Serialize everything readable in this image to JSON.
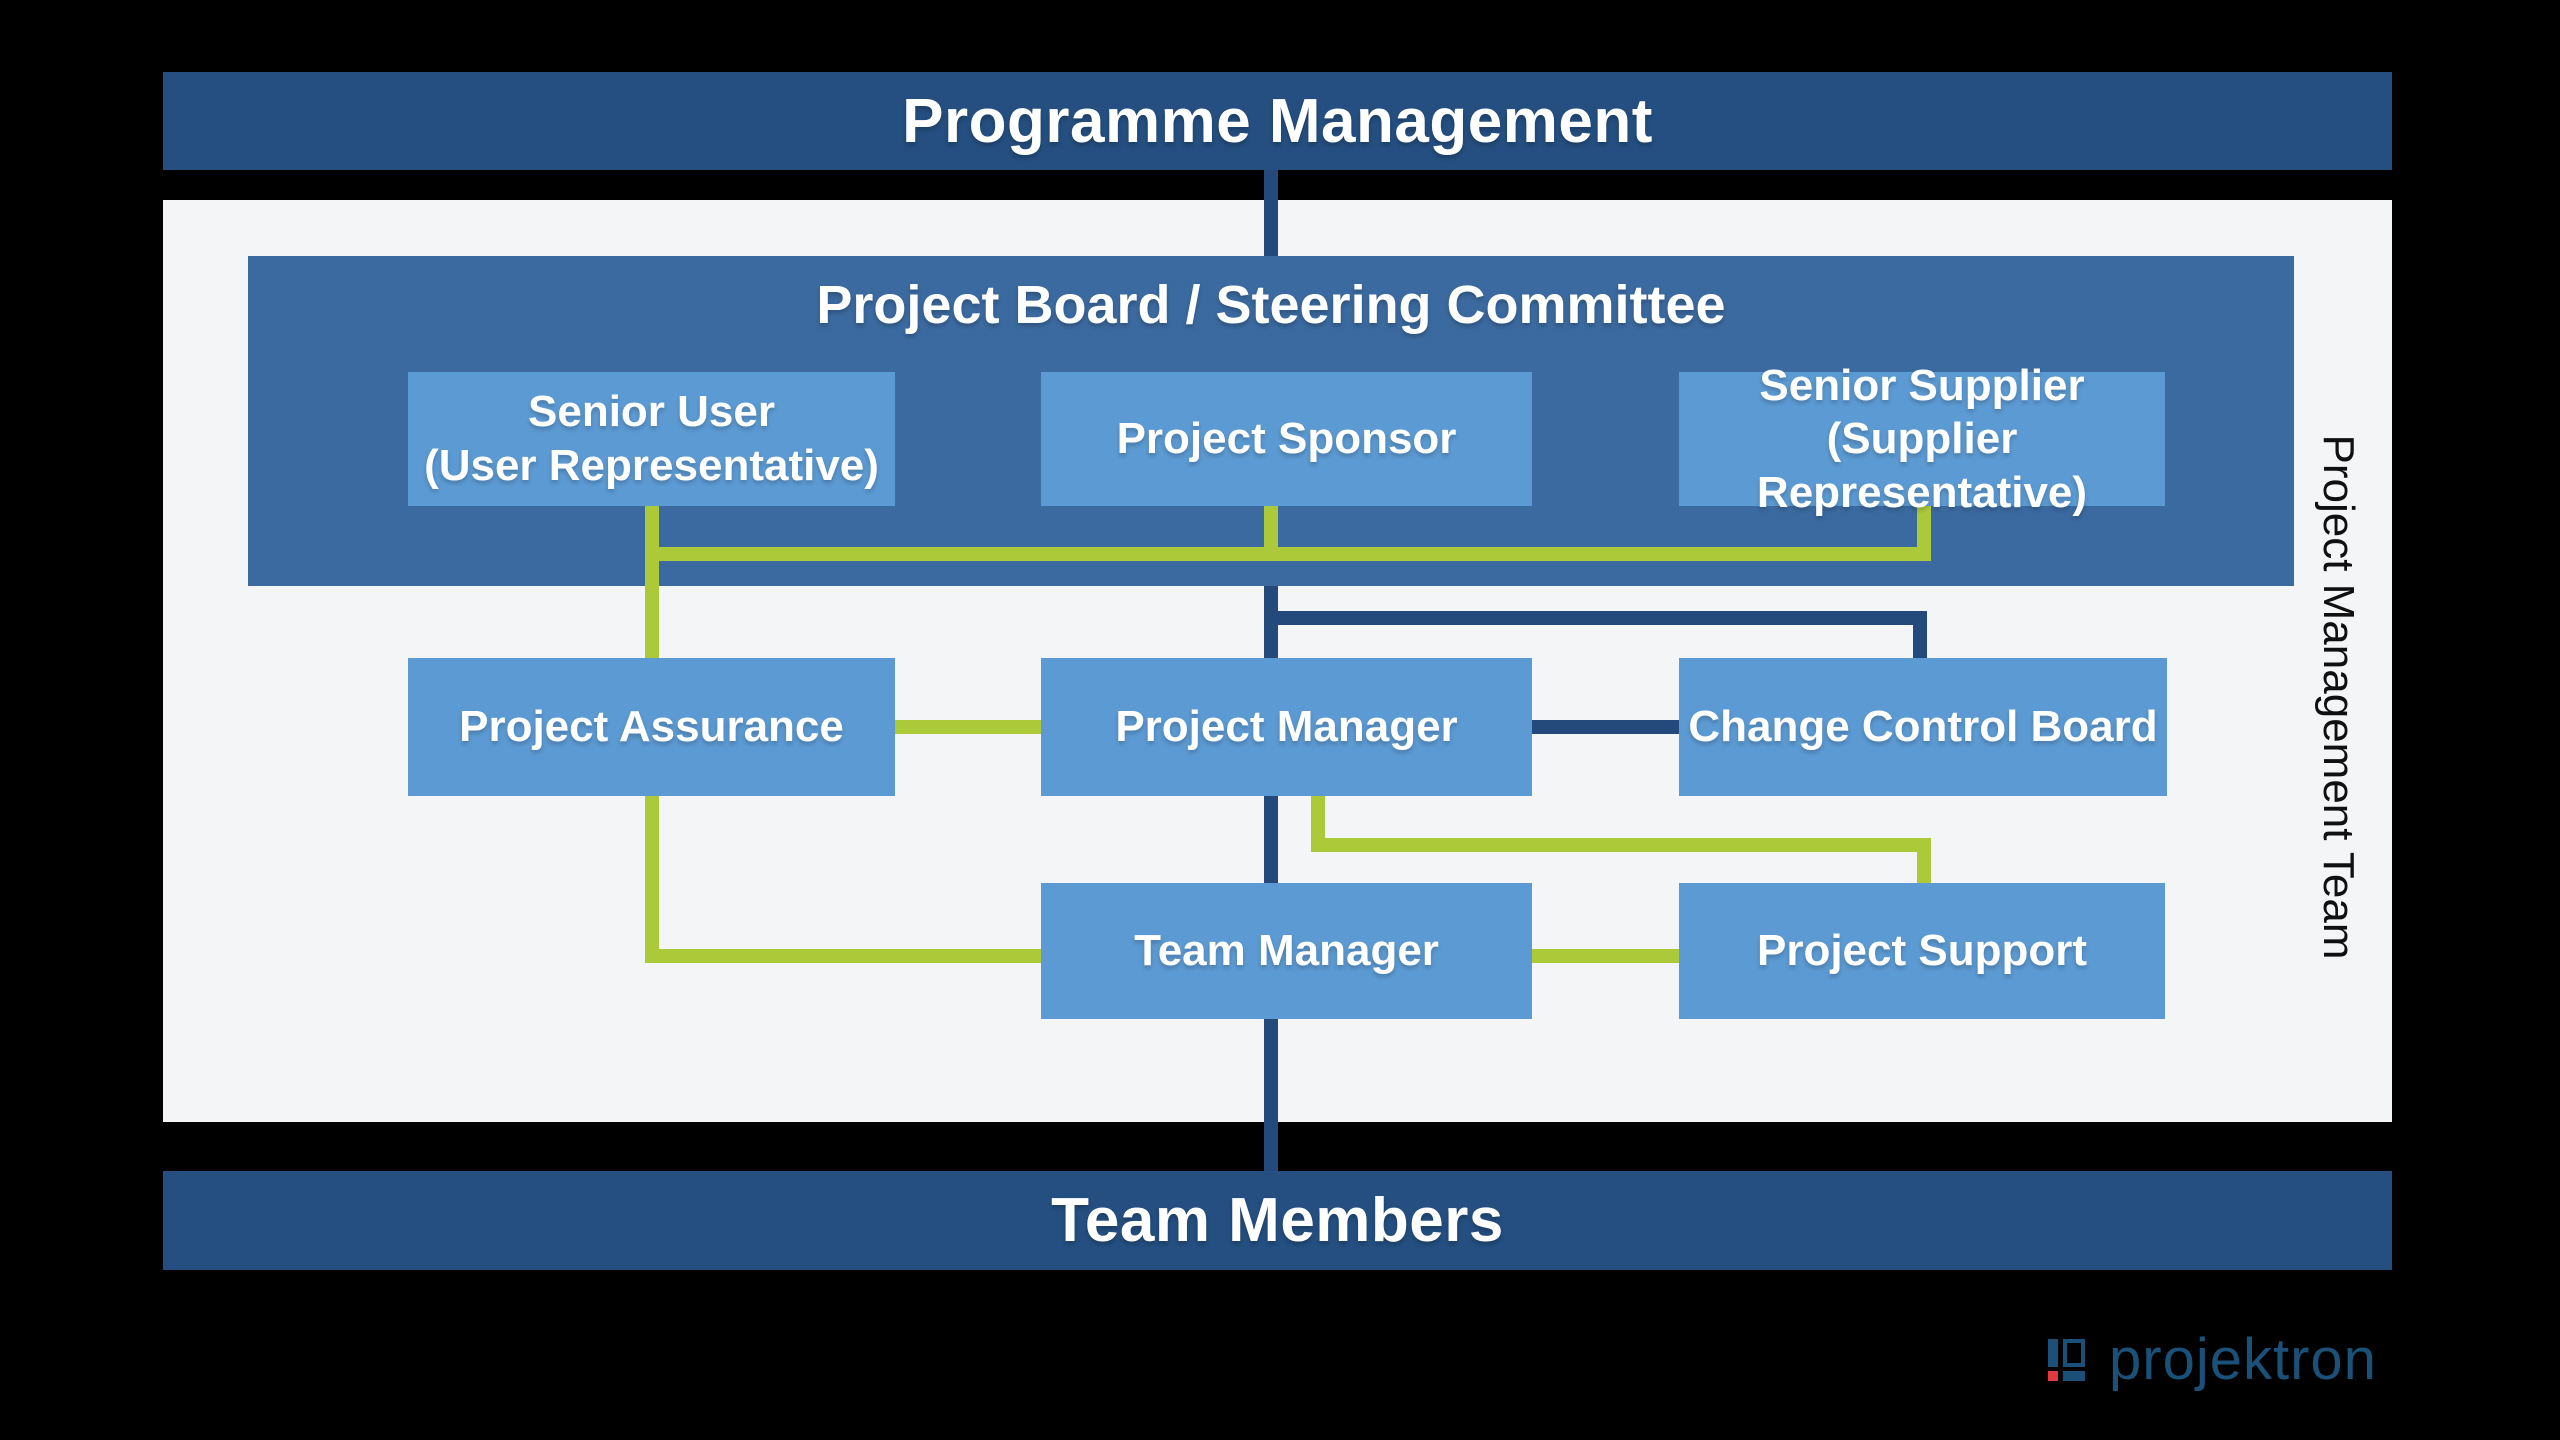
{
  "top_bar": {
    "label": "Programme Management"
  },
  "bottom_bar": {
    "label": "Team Members"
  },
  "board": {
    "title": "Project Board / Steering Committee"
  },
  "nodes": {
    "senior_user": {
      "line1": "Senior User",
      "line2": "(User Representative)"
    },
    "project_sponsor": {
      "line1": "Project Sponsor"
    },
    "senior_supplier": {
      "line1": "Senior Supplier",
      "line2": "(Supplier Representative)"
    },
    "project_assurance": {
      "line1": "Project Assurance"
    },
    "project_manager": {
      "line1": "Project Manager"
    },
    "change_control_board": {
      "line1": "Change Control Board"
    },
    "team_manager": {
      "line1": "Team Manager"
    },
    "project_support": {
      "line1": "Project Support"
    }
  },
  "side_label": "Project Management Team",
  "logo": {
    "text": "projektron",
    "blue": "#1b5078",
    "red": "#e0393e"
  },
  "colors": {
    "background": "#000000",
    "bar_navy": "#244f80",
    "board_blue": "#3b6aa0",
    "node_blue": "#5c9ad3",
    "panel_gray": "#f4f5f7",
    "line_navy": "#24497b",
    "line_green": "#abc939"
  }
}
